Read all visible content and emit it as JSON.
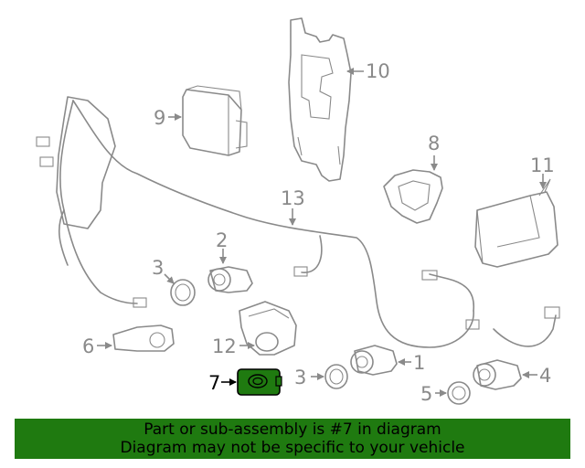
{
  "banner": {
    "line1": "Part or sub-assembly is #7 in diagram",
    "line2": "Diagram may not be specific to your vehicle"
  },
  "callouts": {
    "c1": "1",
    "c2": "2",
    "c3a": "3",
    "c3b": "3",
    "c4": "4",
    "c5": "5",
    "c6": "6",
    "c7": "7",
    "c8": "8",
    "c9": "9",
    "c10": "10",
    "c11": "11",
    "c12": "12",
    "c13": "13"
  },
  "colors": {
    "highlight_fill": "#1f7a10",
    "banner_bg": "#1f7a10",
    "line_gray": "#8a8a8a"
  }
}
